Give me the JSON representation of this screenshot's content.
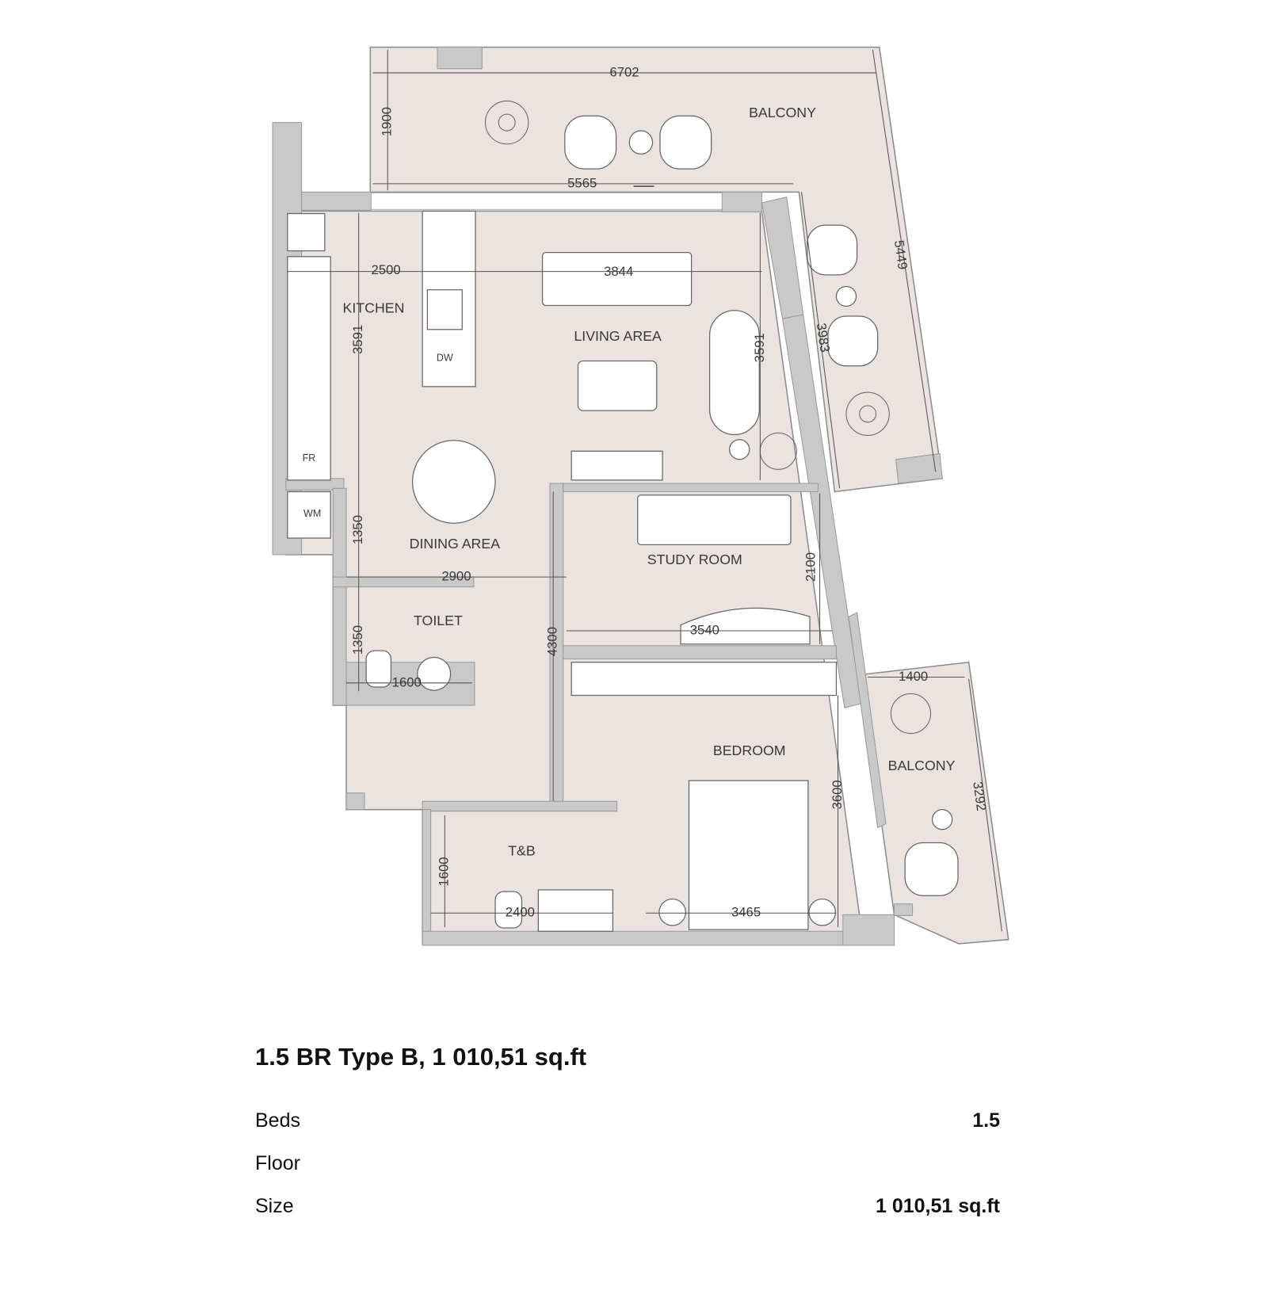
{
  "unit": {
    "title": "1.5 BR Type B, 1 010,51 sq.ft",
    "details": [
      {
        "label": "Beds",
        "value": "1.5"
      },
      {
        "label": "Floor",
        "value": ""
      },
      {
        "label": "Size",
        "value": "1 010,51 sq.ft"
      }
    ]
  },
  "rooms": [
    "BALCONY",
    "KITCHEN",
    "LIVING AREA",
    "DINING AREA",
    "STUDY ROOM",
    "TOILET",
    "BEDROOM",
    "BALCONY",
    "T&B"
  ],
  "appliances": [
    "DW",
    "FR",
    "WM"
  ],
  "dimensions": [
    "6702",
    "1900",
    "5565",
    "2500",
    "3844",
    "3591",
    "3591",
    "3983",
    "5449",
    "1350",
    "2900",
    "4300",
    "2100",
    "3540",
    "1350",
    "1600",
    "1400",
    "3292",
    "3600",
    "1600",
    "2400",
    "3465"
  ],
  "colors": {
    "floor": "#ebe3df",
    "wall": "#c9c9c9",
    "text": "#111111"
  }
}
